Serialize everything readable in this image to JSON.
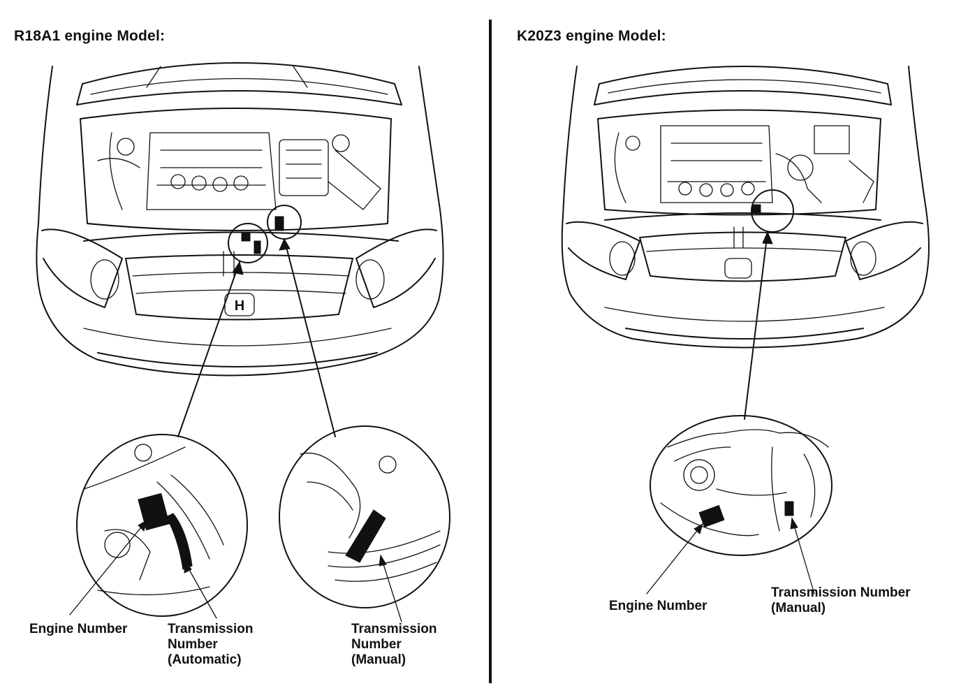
{
  "left": {
    "title": "R18A1 engine Model:",
    "labels": {
      "engine_number": "Engine Number",
      "transmission_automatic": "Transmission\nNumber\n(Automatic)",
      "transmission_manual": "Transmission\nNumber\n(Manual)"
    }
  },
  "right": {
    "title": "K20Z3 engine Model:",
    "labels": {
      "engine_number": "Engine Number",
      "transmission_manual": "Transmission Number\n(Manual)"
    }
  },
  "icons": {
    "car": "car-front-engine-bay-icon",
    "detail": "magnified-detail-circle-icon"
  }
}
